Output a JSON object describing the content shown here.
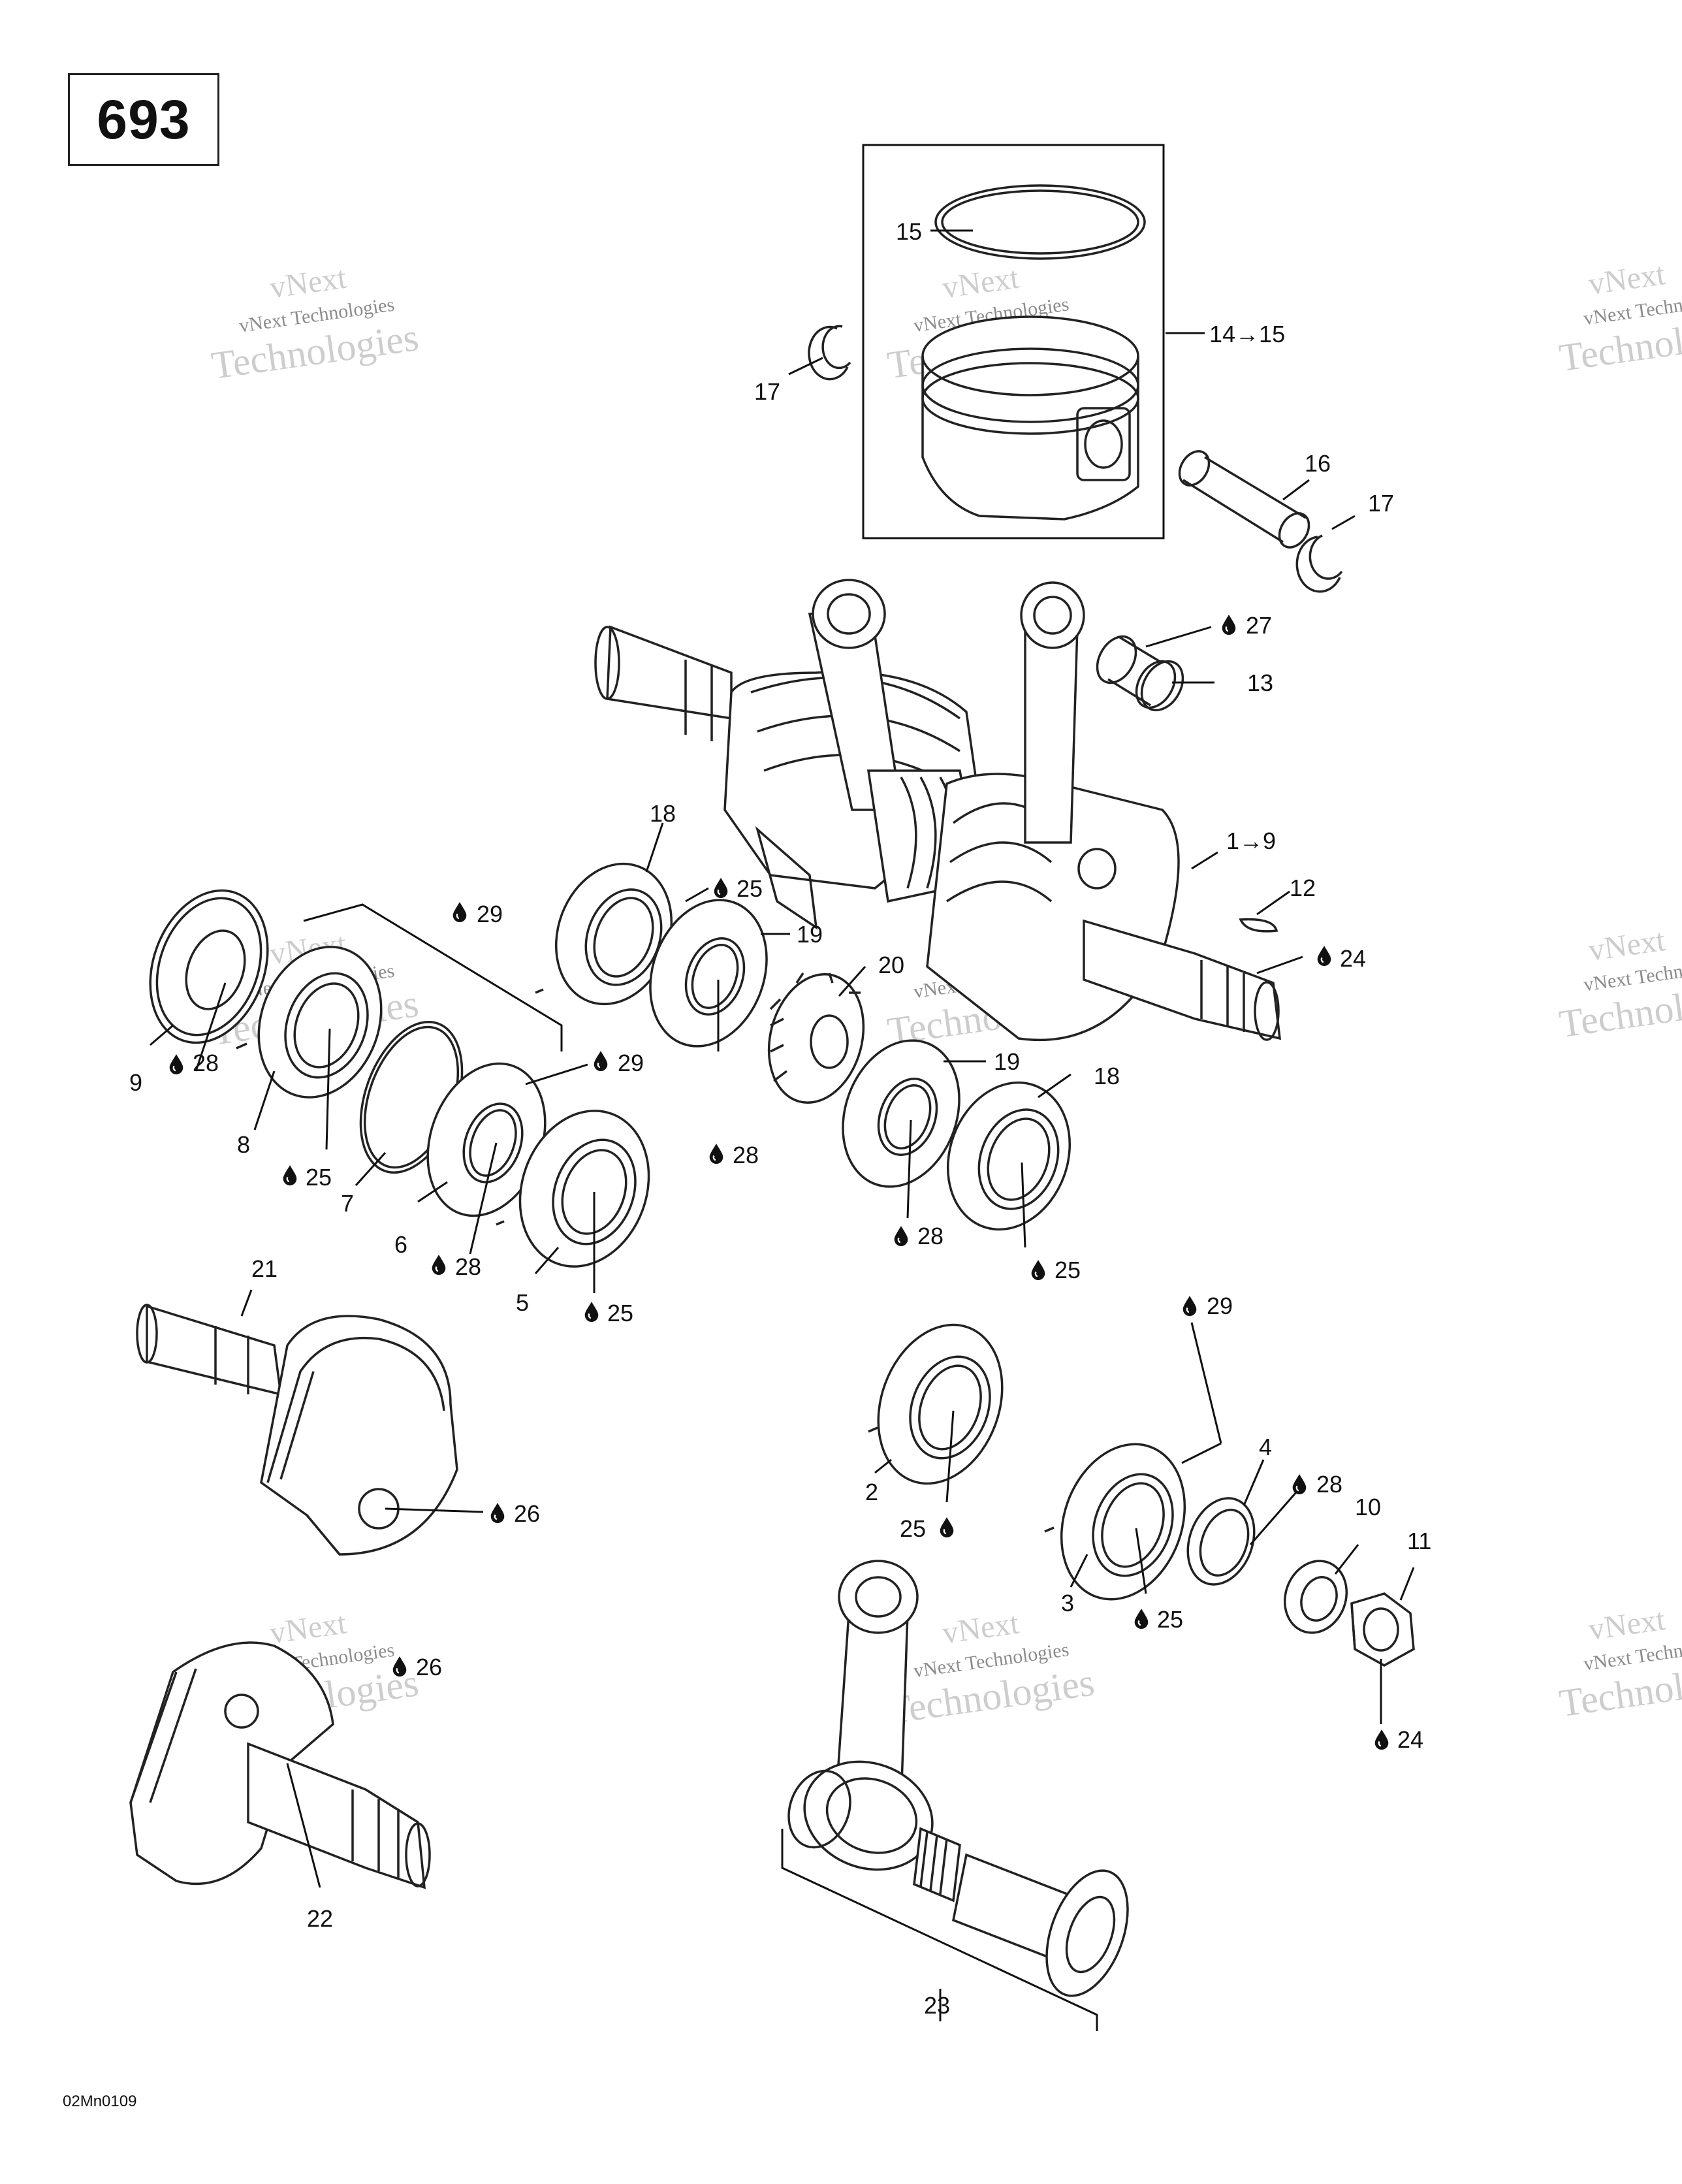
{
  "page_number": "693",
  "footer_code": "02Mn0109",
  "watermark": {
    "line1": "vNext",
    "line2": "vNext Technologies",
    "line3": "Technologies"
  },
  "labels": {
    "l15": "15",
    "l14": "14→15",
    "l17a": "17",
    "l16": "16",
    "l17b": "17",
    "l27": "27",
    "l13": "13",
    "l18a": "18",
    "l25a": "25",
    "l19a": "19",
    "l29a": "29",
    "l20": "20",
    "l1": "1→9",
    "l12": "12",
    "l24a": "24",
    "l9": "9",
    "l28a": "28",
    "l8": "8",
    "l25b": "25",
    "l7": "7",
    "l6": "6",
    "l28b": "28",
    "l29b": "29",
    "l5": "5",
    "l25c": "25",
    "l28c": "28",
    "l19b": "19",
    "l18b": "18",
    "l28d": "28",
    "l25d": "25",
    "l21": "21",
    "l26a": "26",
    "l29c": "29",
    "l2": "2",
    "l25e": "25",
    "l4": "4",
    "l28e": "28",
    "l10": "10",
    "l11": "11",
    "l3": "3",
    "l25f": "25",
    "l24b": "24",
    "l26b": "26",
    "l22": "22",
    "l23": "23"
  }
}
